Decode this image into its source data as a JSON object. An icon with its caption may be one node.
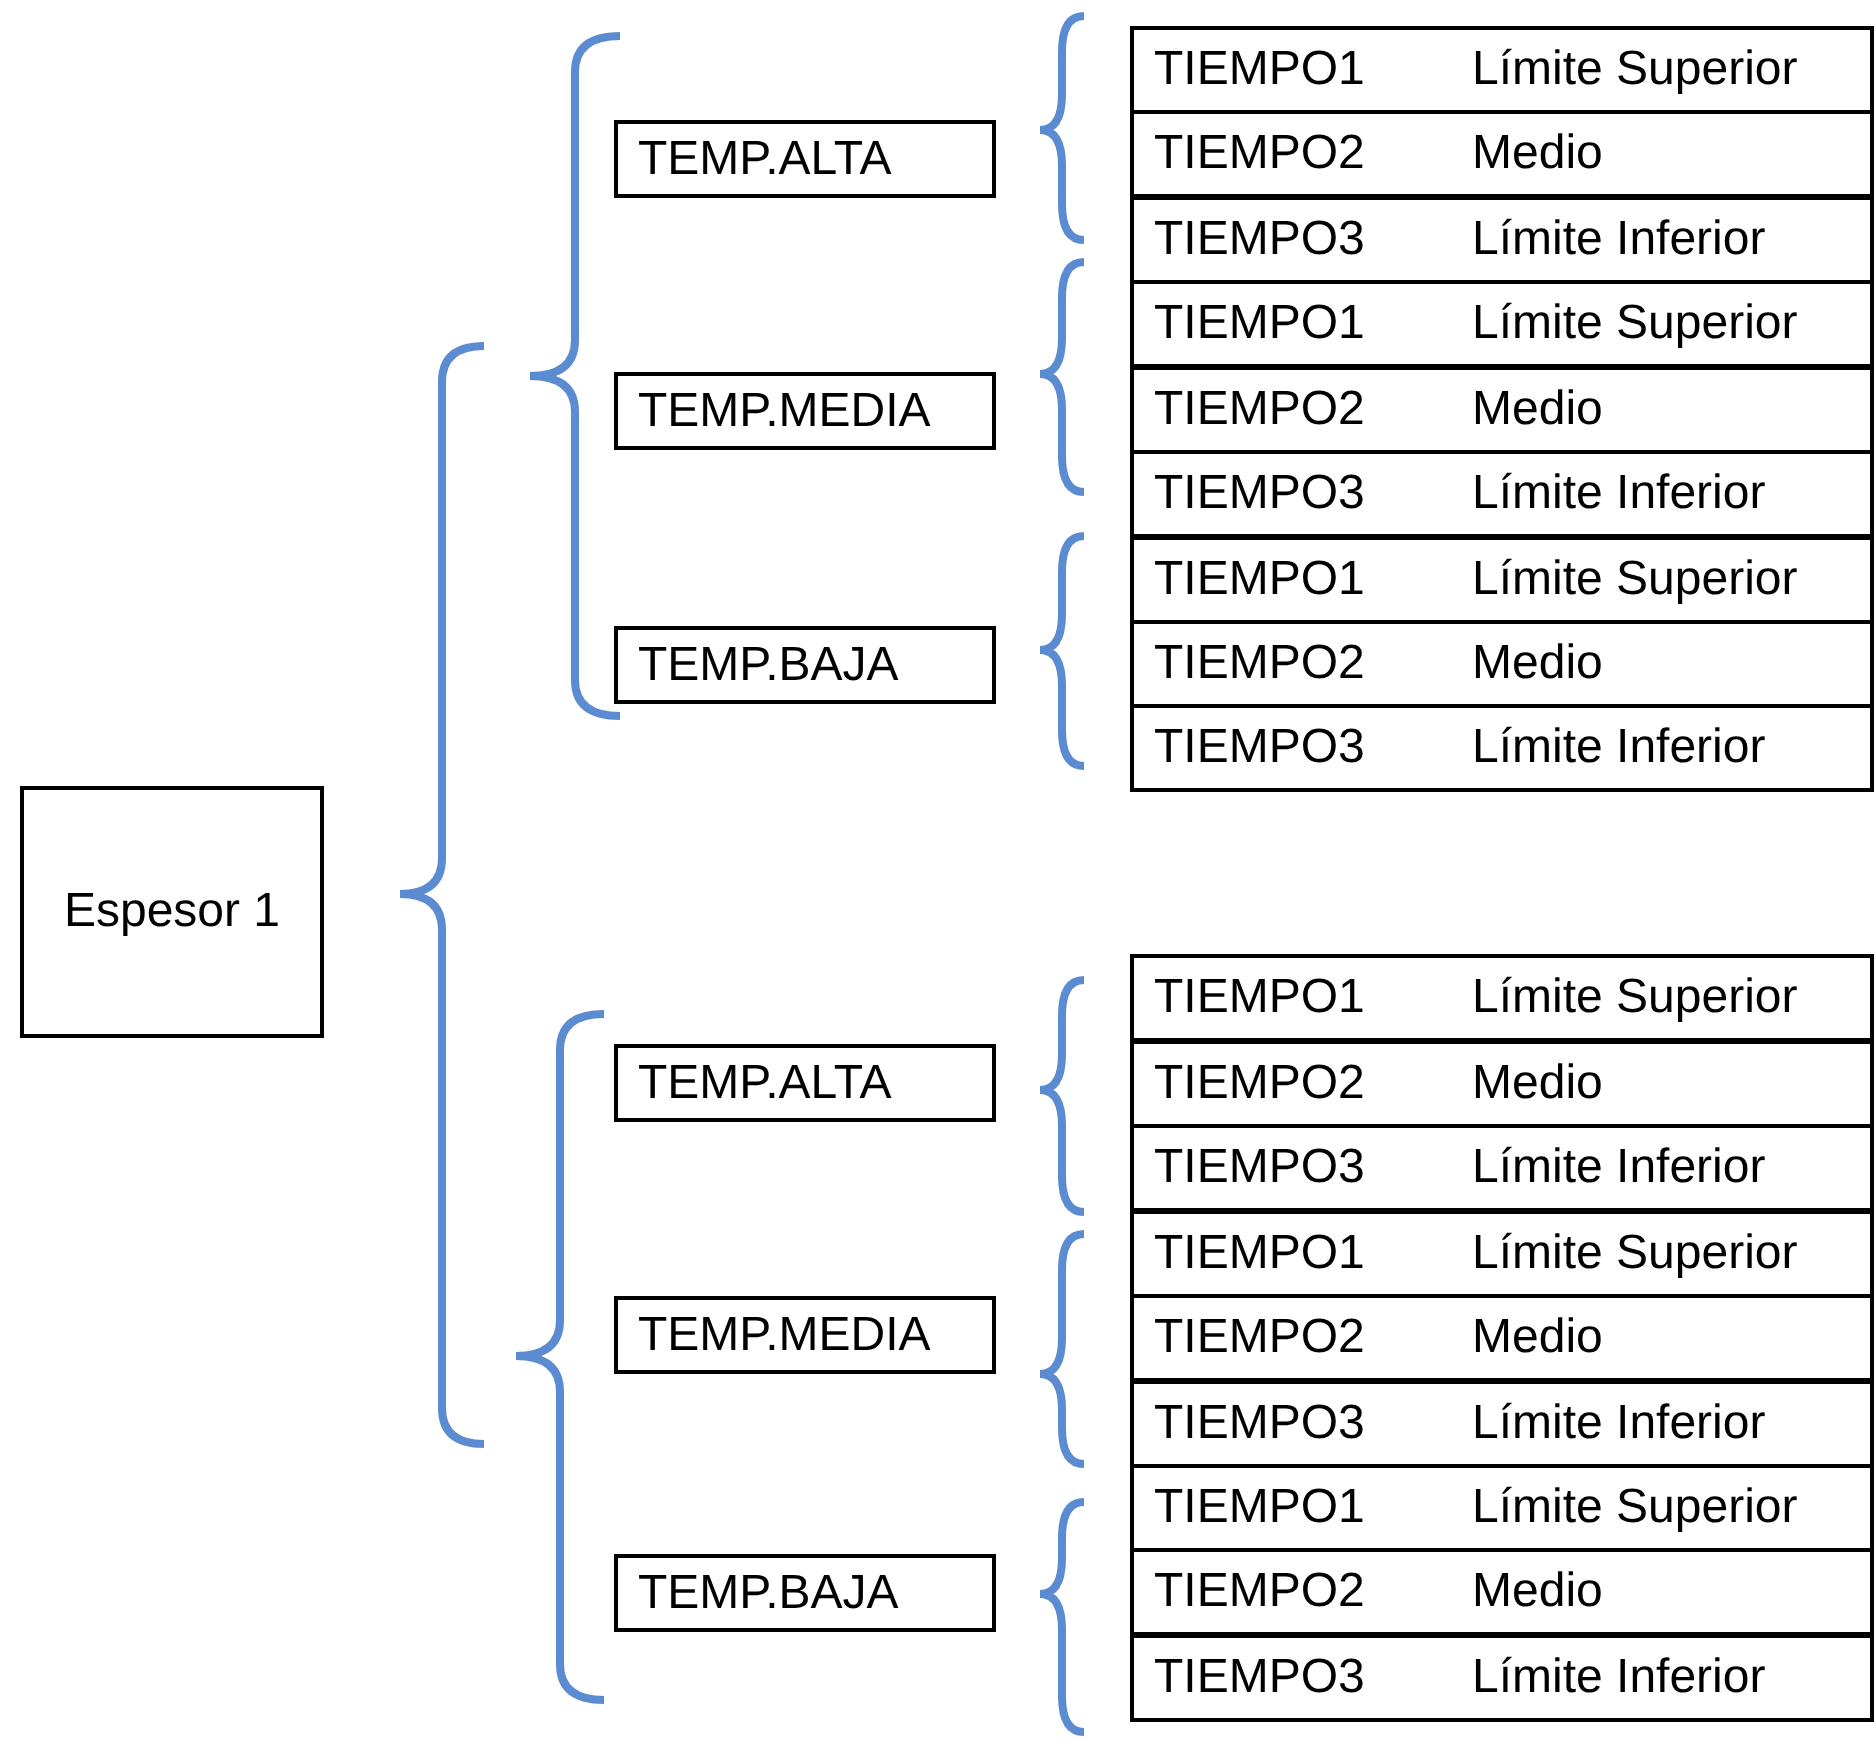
{
  "diagram": {
    "nodes": [
      {
        "text": [
          "Espesor 1"
        ]
      },
      {
        "text": [
          "TEMP.ALTA"
        ]
      },
      {
        "text": [
          "TIEMPO1",
          "Límite Superior"
        ]
      },
      {
        "text": [
          "TIEMPO2",
          "Medio"
        ]
      },
      {
        "text": [
          "TIEMPO3",
          "Límite Inferior"
        ]
      },
      {
        "text": [
          "TEMP.MEDIA"
        ]
      },
      {
        "text": [
          "TIEMPO1",
          "Límite Superior"
        ]
      },
      {
        "text": [
          "TIEMPO2",
          "Medio"
        ]
      },
      {
        "text": [
          "TIEMPO3",
          "Límite Inferior"
        ]
      },
      {
        "text": [
          "TEMP.BAJA"
        ]
      },
      {
        "text": [
          "TIEMPO1",
          "Límite Superior"
        ]
      },
      {
        "text": [
          "TIEMPO2",
          "Medio"
        ]
      },
      {
        "text": [
          "TIEMPO3",
          "Límite Inferior"
        ]
      },
      {
        "text": [
          "TEMP.ALTA"
        ]
      },
      {
        "text": [
          "TIEMPO1",
          "Límite Superior"
        ]
      },
      {
        "text": [
          "TIEMPO2",
          "Medio"
        ]
      },
      {
        "text": [
          "TIEMPO3",
          "Límite Inferior"
        ]
      },
      {
        "text": [
          "TEMP.MEDIA"
        ]
      },
      {
        "text": [
          "TIEMPO1",
          "Límite Superior"
        ]
      },
      {
        "text": [
          "TIEMPO2",
          "Medio"
        ]
      },
      {
        "text": [
          "TIEMPO3",
          "Límite Inferior"
        ]
      },
      {
        "text": [
          "TEMP.BAJA"
        ]
      },
      {
        "text": [
          "TIEMPO1",
          "Límite Superior"
        ]
      },
      {
        "text": [
          "TIEMPO2",
          "Medio"
        ]
      },
      {
        "text": [
          "TIEMPO3",
          "Límite Inferior"
        ]
      }
    ]
  }
}
